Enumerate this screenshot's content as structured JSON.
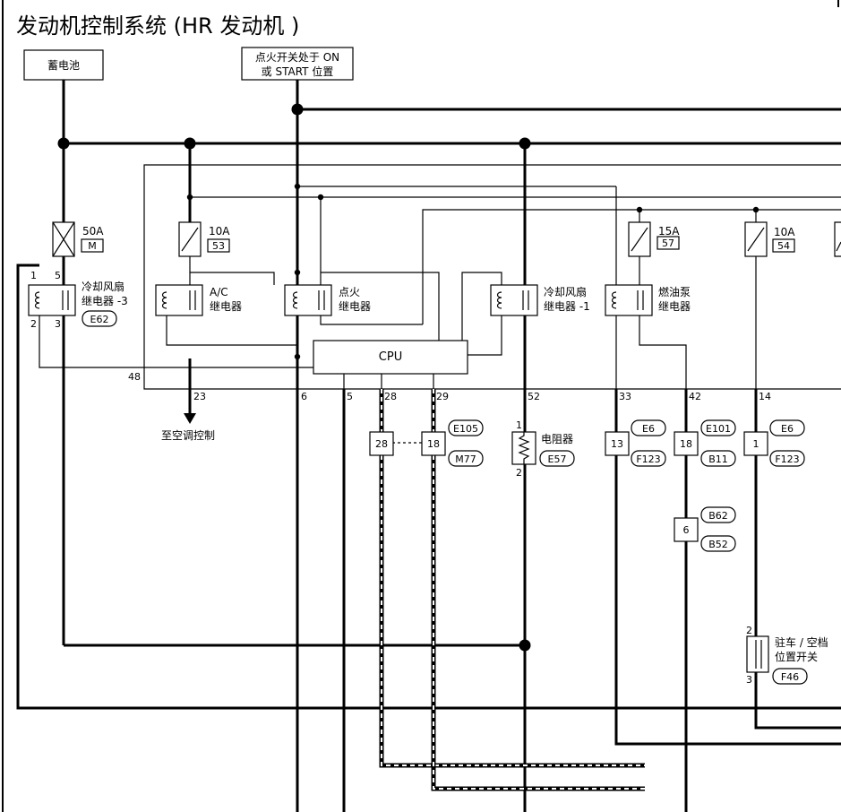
{
  "title": "发动机控制系统 (HR 发动机 )",
  "supplies": {
    "battery": "蓄电池",
    "ignition_line1": "点火开关处于 ON",
    "ignition_line2": "或 START 位置"
  },
  "fuses": [
    {
      "amp": "50A",
      "id": "M"
    },
    {
      "amp": "10A",
      "id": "53"
    },
    {
      "amp": "15A",
      "id": "57"
    },
    {
      "amp": "10A",
      "id": "54"
    }
  ],
  "relays": {
    "fan3_line1": "冷却风扇",
    "fan3_line2": "继电器 -3",
    "fan3_connector": "E62",
    "fan3_pins": [
      "1",
      "5",
      "2",
      "3"
    ],
    "ac_line1": "A/C",
    "ac_line2": "继电器",
    "ign_line1": "点火",
    "ign_line2": "继电器",
    "fan1_line1": "冷却风扇",
    "fan1_line2": "继电器 -1",
    "fuel_line1": "燃油泵",
    "fuel_line2": "继电器"
  },
  "cpu_label": "CPU",
  "terminals": [
    "48",
    "23",
    "6",
    "5",
    "28",
    "29",
    "52",
    "33",
    "42",
    "14"
  ],
  "ac_output": "至空调控制",
  "connectors": {
    "c28": {
      "pin": "28"
    },
    "c18a": {
      "pin": "18",
      "top": "E105",
      "bottom": "M77"
    },
    "resistor": {
      "label": "电阻器",
      "connector": "E57",
      "pin_top": "1",
      "pin_bottom": "2"
    },
    "c13": {
      "pin": "13",
      "top": "E6",
      "bottom": "F123"
    },
    "c18b": {
      "pin": "18",
      "top": "E101",
      "bottom": "B11"
    },
    "c1": {
      "pin": "1",
      "top": "E6",
      "bottom": "F123"
    },
    "c6": {
      "pin": "6",
      "top": "B62",
      "bottom": "B52"
    }
  },
  "switch": {
    "line1": "驻车 / 空档",
    "line2": "位置开关",
    "connector": "F46",
    "pin_top": "2",
    "pin_bottom": "3"
  }
}
